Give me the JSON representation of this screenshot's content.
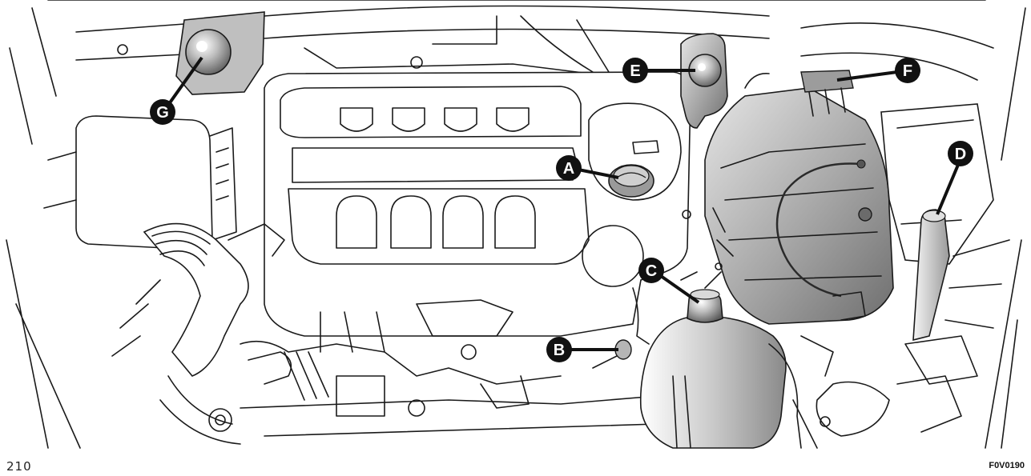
{
  "diagram": {
    "callouts": [
      {
        "id": "A",
        "label": "A"
      },
      {
        "id": "B",
        "label": "B"
      },
      {
        "id": "C",
        "label": "C"
      },
      {
        "id": "D",
        "label": "D"
      },
      {
        "id": "E",
        "label": "E"
      },
      {
        "id": "F",
        "label": "F"
      },
      {
        "id": "G",
        "label": "G"
      }
    ]
  },
  "footer": {
    "page_number": "210",
    "figure_code": "F0V0190"
  }
}
